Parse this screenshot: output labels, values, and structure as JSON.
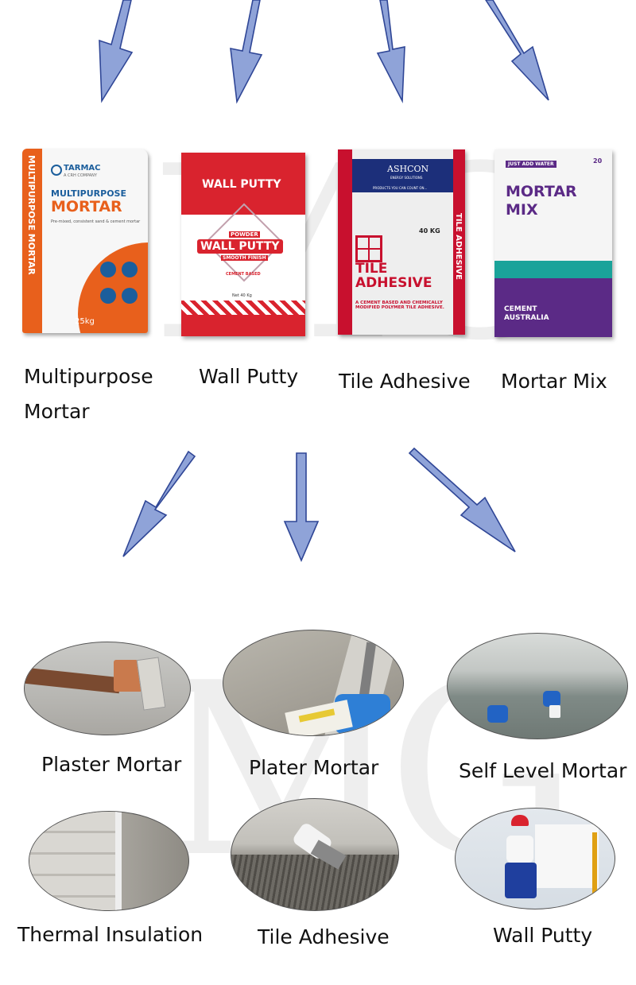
{
  "watermark": {
    "text": "MG"
  },
  "products": [
    {
      "label": "Multipurpose\nMortar",
      "bag": {
        "brand": "TARMAC",
        "brand_sub": "A CRH COMPANY",
        "side_text": "MULTIPURPOSE MORTAR",
        "line1": "MULTIPURPOSE",
        "line2": "MORTAR",
        "desc": "Pre-mixed, consistent sand & cement mortar",
        "weight": "25kg"
      }
    },
    {
      "label": "Wall Putty",
      "bag": {
        "top": "WALL PUTTY",
        "powder": "POWDER",
        "main": "WALL PUTTY",
        "finish": "SMOOTH FINISH",
        "base": "CEMENT BASED",
        "weight": "Net 40 Kg"
      }
    },
    {
      "label": "Tile Adhesive",
      "bag": {
        "brand": "ASHCON",
        "brand_sub": "ENERGY SOLUTIONS",
        "tagline": "PRODUCTS YOU CAN COUNT ON...",
        "weight": "40 KG",
        "line1": "TILE",
        "line2": "ADHESIVE",
        "desc": "A CEMENT BASED AND CHEMICALLY MODIFIED POLYMER TILE ADHESIVE.",
        "side_text": "TILE ADHESIVE"
      }
    },
    {
      "label": "Mortar Mix",
      "bag": {
        "badge": "JUST ADD WATER",
        "size": "20",
        "line1": "MORTAR",
        "line2": "MIX",
        "brand1": "CEMENT",
        "brand2": "AUSTRALIA"
      }
    }
  ],
  "applications": [
    {
      "label": "Plaster Mortar"
    },
    {
      "label": "Plater Mortar"
    },
    {
      "label": "Self Level Mortar"
    },
    {
      "label": "Thermal Insulation"
    },
    {
      "label": "Tile Adhesive"
    },
    {
      "label": "Wall Putty"
    }
  ],
  "colors": {
    "arrow_fill": "#8fa3d8",
    "arrow_stroke": "#2f4696",
    "tarmac_orange": "#e8601c",
    "putty_red": "#d9232e",
    "ashcon_blue": "#1c2f7a",
    "ashcon_red": "#c8102e",
    "mortar_purple": "#5b2a86",
    "mortar_teal": "#1aa39a"
  }
}
